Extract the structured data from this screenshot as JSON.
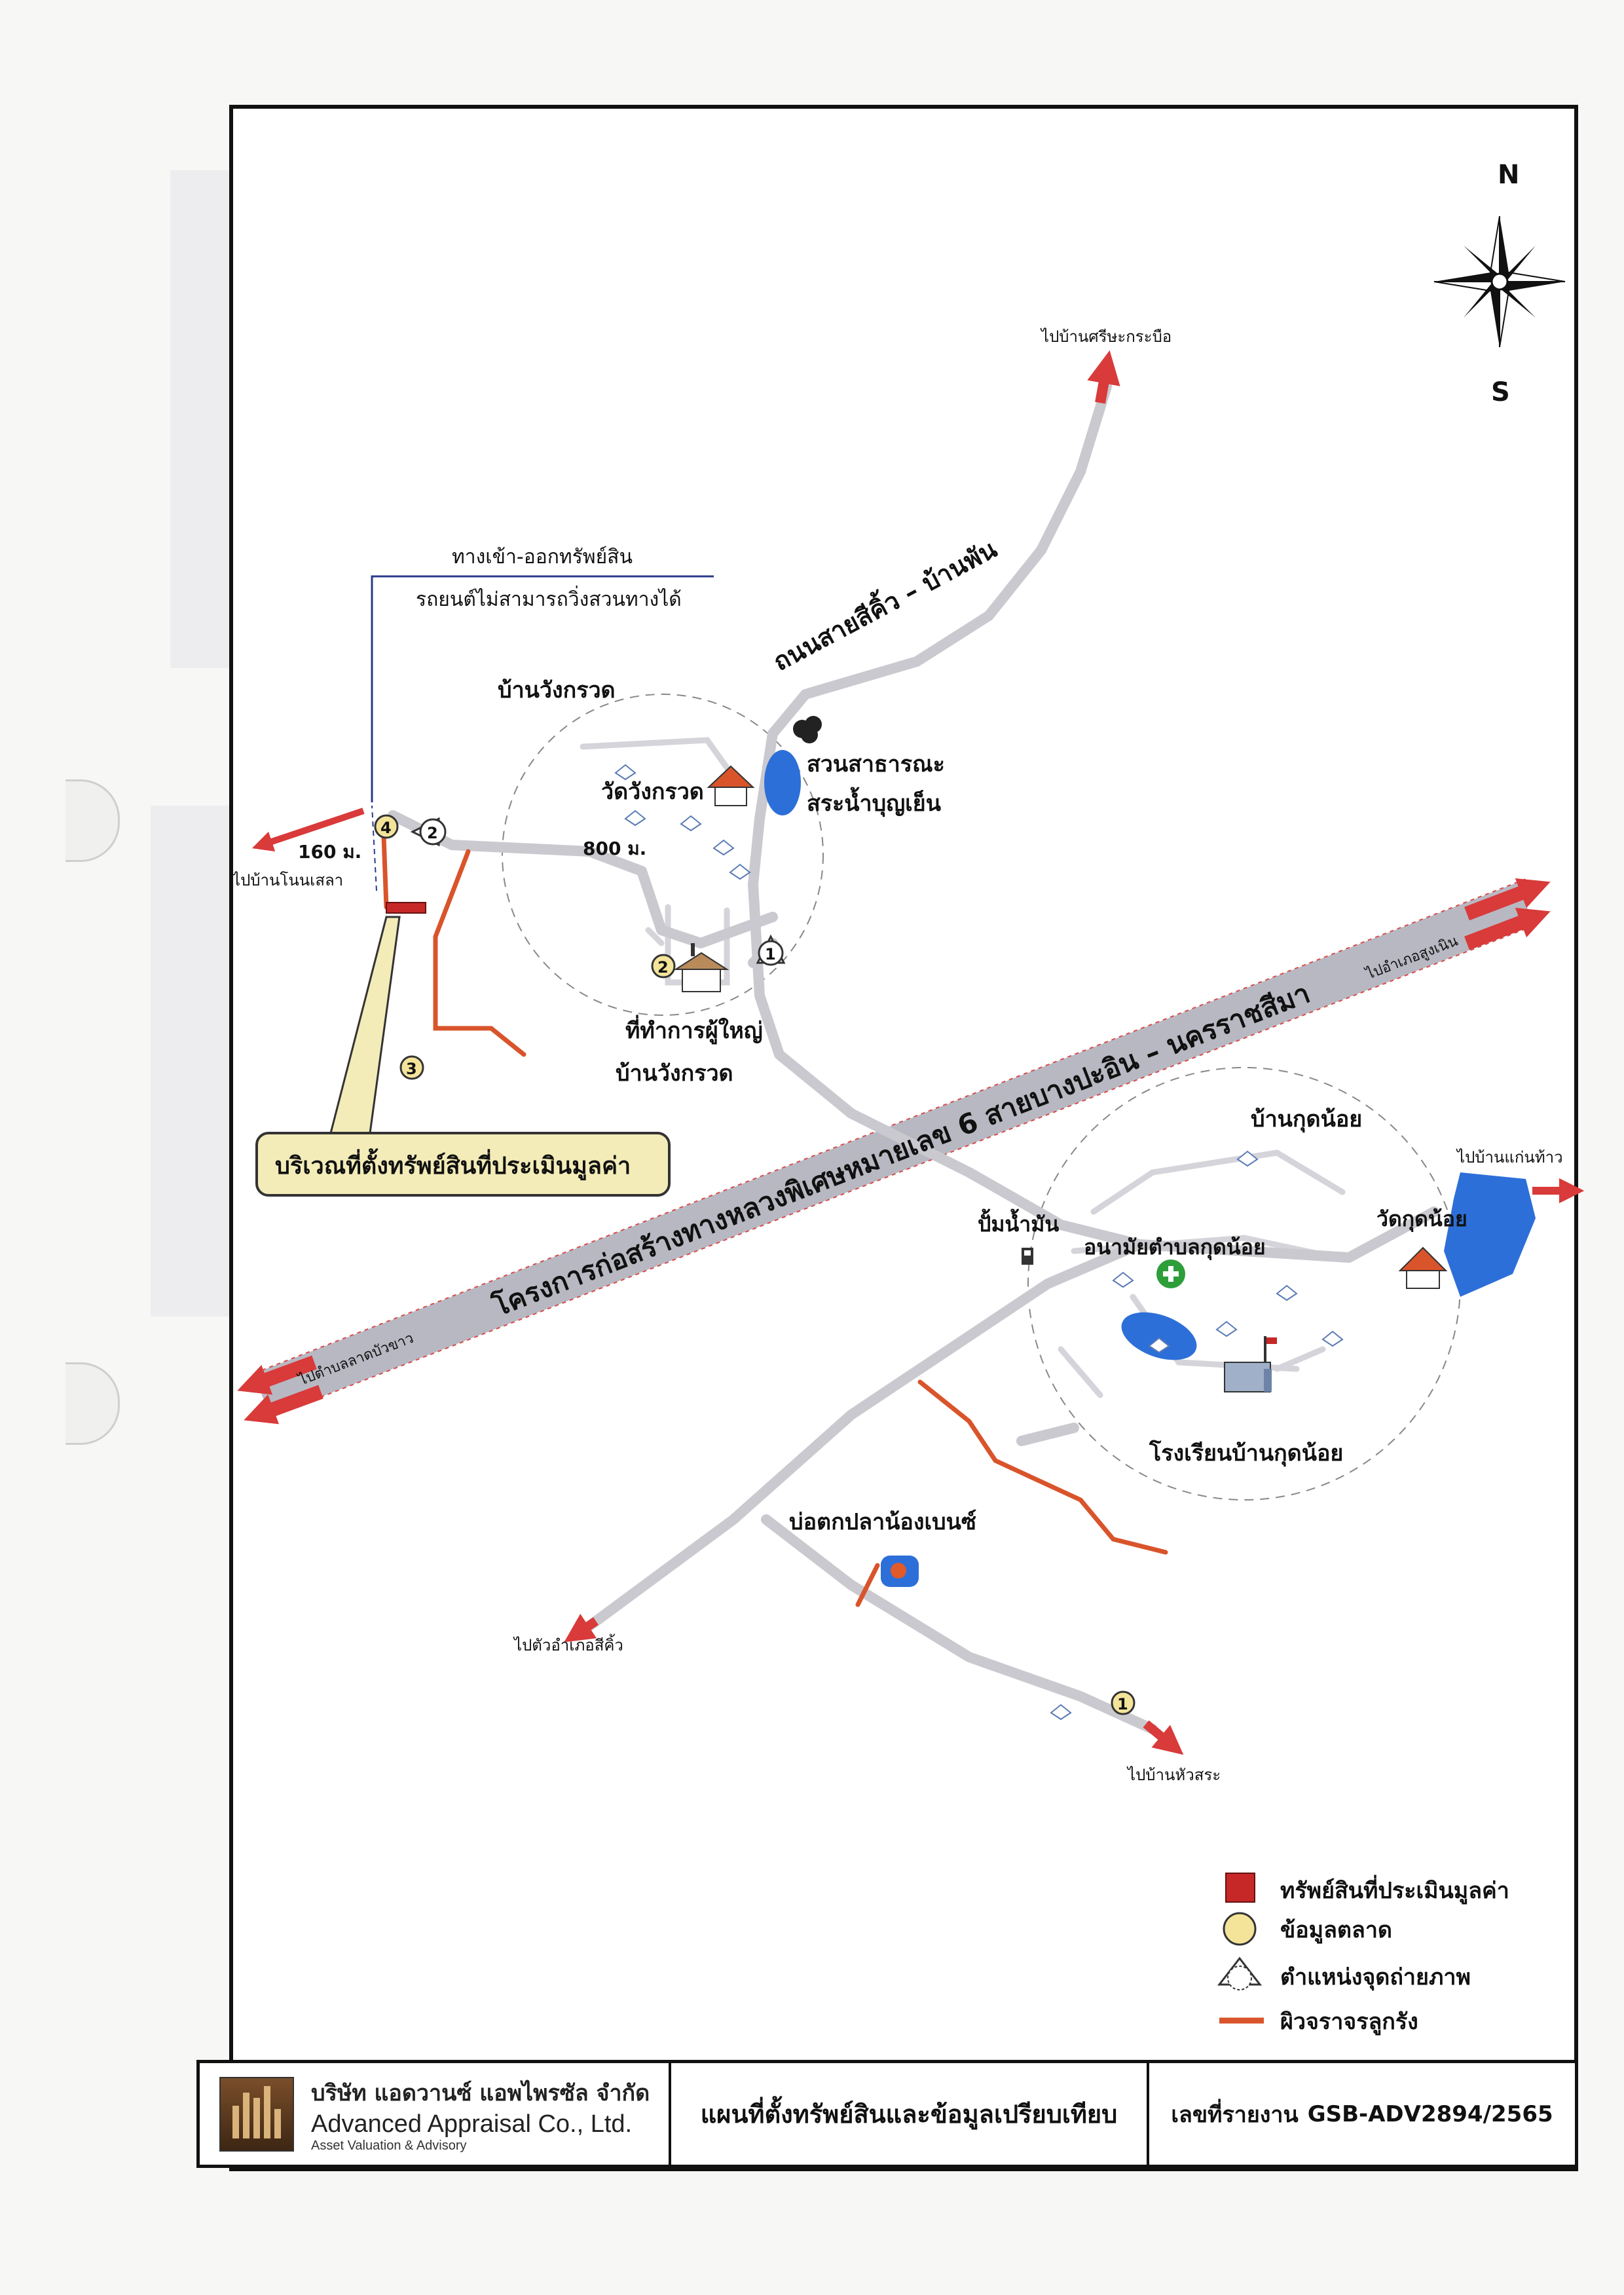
{
  "compass": {
    "north": "N",
    "south": "S"
  },
  "access_note": {
    "line1": "ทางเข้า-ออกทรัพย์สิน",
    "line2": "รถยนต์ไม่สามารถวิ่งสวนทางได้"
  },
  "roads": {
    "sikhio_banphan": "ถนนสายสีคิ้ว – บ้านพัน",
    "motorway": "โครงการก่อสร้างทางหลวงพิเศษหมายเลข 6 สายบางปะอิน – นครราชสีมา"
  },
  "places": {
    "ban_wang_kruat": "บ้านวังกรวด",
    "wat_wang_kruat": "วัดวังกรวด",
    "park_line1": "สวนสาธารณะ",
    "park_line2": "สระน้ำบุญเย็น",
    "headman_office_line1": "ที่ทำการผู้ใหญ่",
    "headman_office_line2": "บ้านวังกรวด",
    "ban_kut_noi": "บ้านกุดน้อย",
    "gas_station": "ปั้มน้ำมัน",
    "health_center": "อนามัยตำบลกุดน้อย",
    "wat_kut_noi": "วัดกุดน้อย",
    "school": "โรงเรียนบ้านกุดน้อย",
    "fishing_pond": "บ่อตกปลาน้องเบนซ์"
  },
  "directions": {
    "to_ban_si_nakrabue": "ไปบ้านศรีษะกระบือ",
    "to_ban_non_sala": "ไปบ้านโนนเสลา",
    "to_amphoe_sung_noen": "ไปอำเภอสูงเนิน",
    "to_ban_kaeng_thao": "ไปบ้านแก่นท้าว",
    "to_lat_bua_khao": "ไปตำบลลาดบัวขาว",
    "to_sikhio_district": "ไปตัวอำเภอสีคิ้ว",
    "to_ban_hua_sa": "ไปบ้านหัวสระ"
  },
  "distances": {
    "d160": "160 ม.",
    "d800": "800 ม."
  },
  "callout": "บริเวณที่ตั้งทรัพย์สินที่ประเมินมูลค่า",
  "markers": {
    "m1": "1",
    "m2": "2",
    "m3": "3",
    "m4": "4"
  },
  "legend": [
    {
      "label": "ทรัพย์สินที่ประเมินมูลค่า",
      "icon": "red-square"
    },
    {
      "label": "ข้อมูลตลาด",
      "icon": "yellow-circle"
    },
    {
      "label": "ตำแหน่งจุดถ่ายภาพ",
      "icon": "photo-point-icon"
    },
    {
      "label": "ผิวจราจรลูกรัง",
      "icon": "laterite-road-line"
    }
  ],
  "footer": {
    "company_th": "บริษัท แอดวานซ์ แอพไพรซัล จำกัด",
    "company_en": "Advanced Appraisal Co., Ltd.",
    "company_tagline": "Asset Valuation & Advisory",
    "title": "แผนที่ตั้งทรัพย์สินและข้อมูลเปรียบเทียบ",
    "report_label": "เลขที่รายงาน",
    "report_no": "GSB-ADV2894/2565"
  },
  "colors": {
    "road": "#c9c9cf",
    "laterite": "#d9542b",
    "arrow": "#d93a3a",
    "water": "#2d6fd8",
    "subject": "#c62828",
    "market": "#f3e49a"
  }
}
